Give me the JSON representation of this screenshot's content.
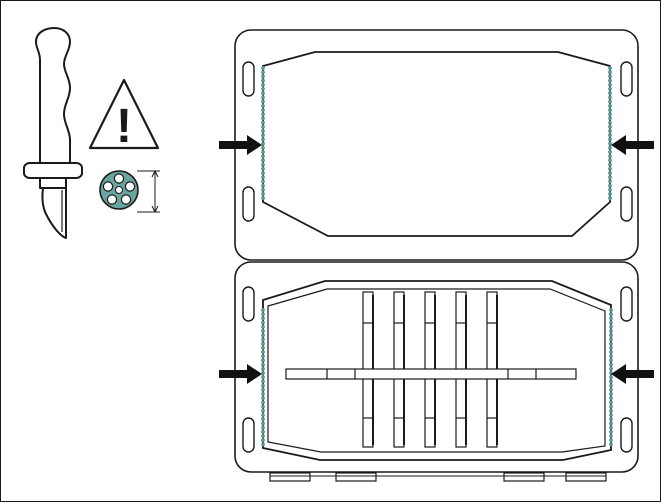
{
  "colors": {
    "stroke": "#1a1a1a",
    "background": "#ffffff",
    "seam_dots": "#5a9a94",
    "hole_disc": "#6aa49e",
    "arrow": "#111111"
  },
  "icons": {
    "tool": "knife-icon",
    "warning": "warning-triangle-icon",
    "warning_symbol": "!",
    "hole_pattern": "hole-pattern-icon",
    "diameter": "dimension-marker-icon",
    "press_arrows": "arrow-icon"
  },
  "panels": {
    "top": {
      "name": "top-panel",
      "arrows": [
        "left",
        "right"
      ],
      "seams": [
        "left",
        "right"
      ]
    },
    "bottom": {
      "name": "bottom-panel",
      "arrows": [
        "left",
        "right"
      ],
      "seams": [
        "left",
        "right"
      ],
      "insert": "rack-insert"
    }
  }
}
